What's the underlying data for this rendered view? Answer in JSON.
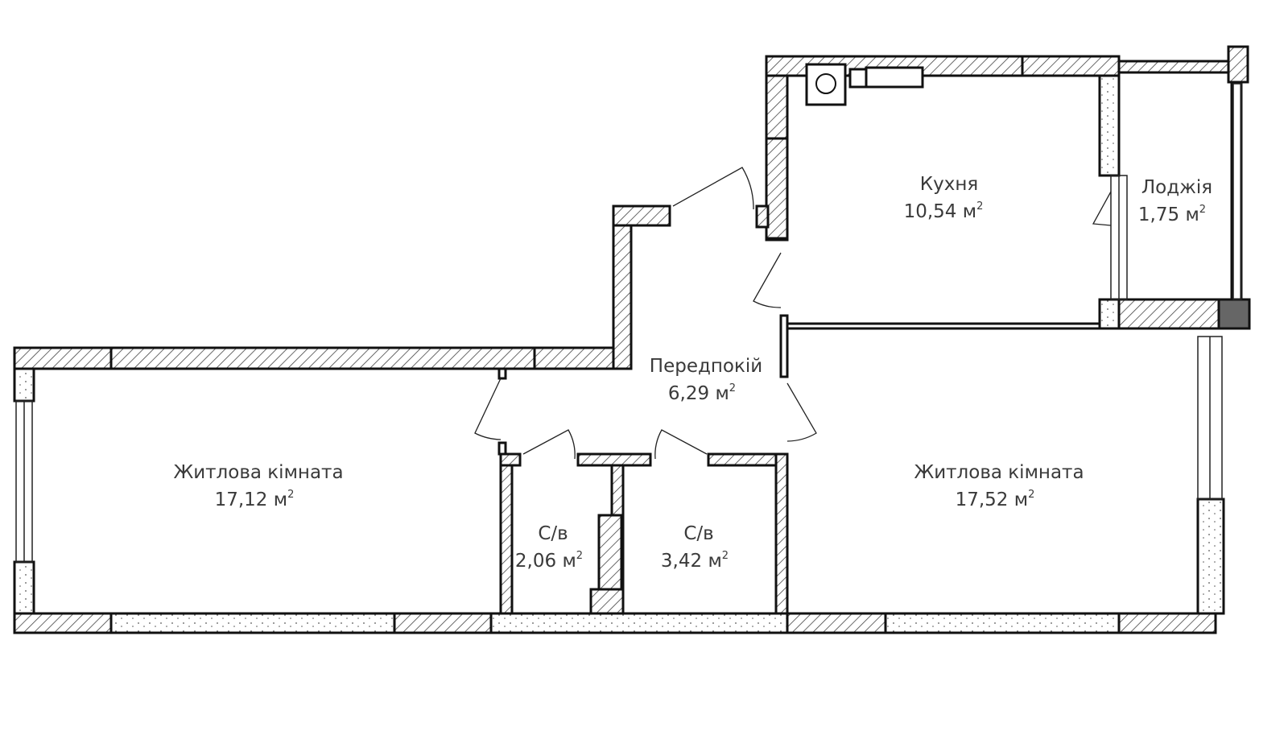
{
  "rooms": {
    "kitchen": {
      "name": "Кухня",
      "area": "10,54 м",
      "unit_sup": "2"
    },
    "loggia": {
      "name": "Лоджія",
      "area": "1,75 м",
      "unit_sup": "2"
    },
    "hallway": {
      "name": "Передпокій",
      "area": "6,29 м",
      "unit_sup": "2"
    },
    "living_left": {
      "name": "Житлова кімната",
      "area": "17,12 м",
      "unit_sup": "2"
    },
    "living_right": {
      "name": "Житлова кімната",
      "area": "17,52 м",
      "unit_sup": "2"
    },
    "bath_small": {
      "name": "С/в",
      "area": "2,06 м",
      "unit_sup": "2"
    },
    "bath_large": {
      "name": "С/в",
      "area": "3,42 м",
      "unit_sup": "2"
    }
  },
  "colors": {
    "wall": "#111111",
    "hatch": "#555555",
    "text": "#3a3a3a",
    "background": "#ffffff"
  }
}
